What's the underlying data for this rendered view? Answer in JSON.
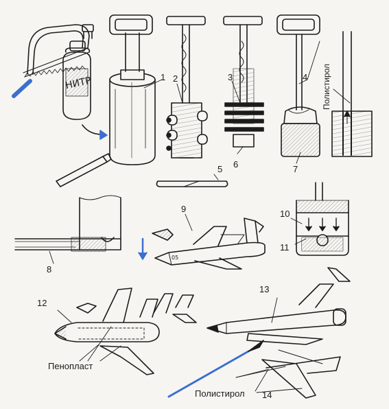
{
  "labels": {
    "n1": "1",
    "n2": "2",
    "n3": "3",
    "n4": "4",
    "n5": "5",
    "n6": "6",
    "n7": "7",
    "n8": "8",
    "n9": "9",
    "n10": "10",
    "n11": "11",
    "n12": "12",
    "n13": "13",
    "n14": "14"
  },
  "can_text": "НИТР",
  "fuselage_mark": "05",
  "polystyrol_top": "Полистирол",
  "penoplast": "Пенопласт",
  "polystyrol_bottom": "Полистирол",
  "colors": {
    "ink": "#1c1c1c",
    "blue_stick": "#3a6fd0",
    "paper": "#f6f5f1"
  }
}
